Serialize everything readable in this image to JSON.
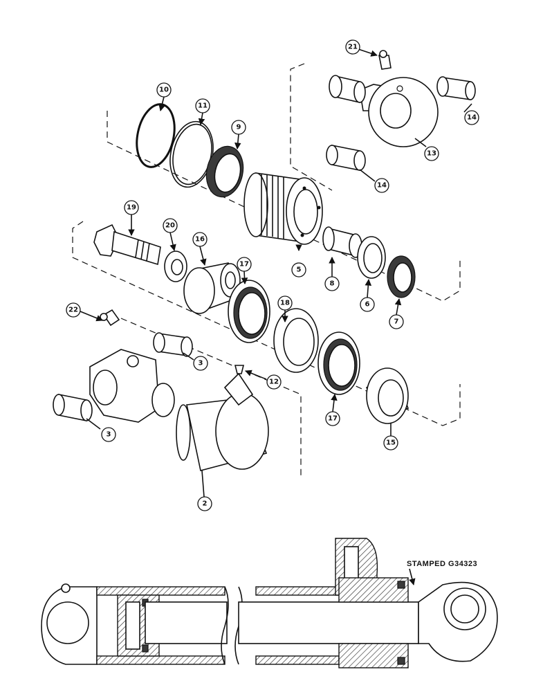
{
  "callouts": [
    "2",
    "3",
    "3",
    "5",
    "6",
    "7",
    "8",
    "9",
    "10",
    "11",
    "12",
    "13",
    "14",
    "14",
    "15",
    "16",
    "17",
    "17",
    "18",
    "19",
    "20",
    "21",
    "22"
  ],
  "section_view": {
    "stamp_label": "STAMPED G34323"
  }
}
